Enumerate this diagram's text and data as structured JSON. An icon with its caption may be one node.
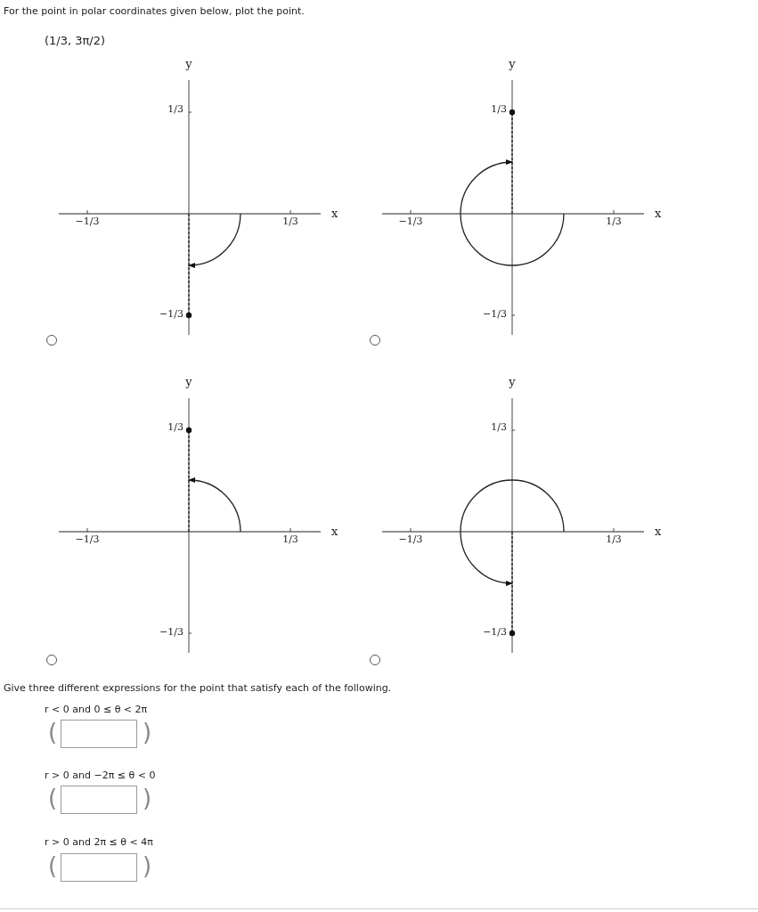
{
  "diagram": {
    "title": "For the point in polar coordinates given below, plot the point.",
    "nodes": [
      {
        "text": [],
        "shape": "box",
        "beside": [
          "r < 0 and 0 ≤ θ < 2π"
        ]
      },
      {
        "text": [],
        "shape": "box",
        "beside": [
          "r > 0 and −2π ≤ θ < 0"
        ]
      },
      {
        "text": [],
        "shape": "box",
        "beside": [
          "r > 0 and 2π ≤ θ < 4π"
        ]
      }
    ],
    "labels": [
      "(1/3, 3π/2)",
      "y",
      "1/3",
      "x",
      "−1/3",
      "1/3",
      "−1/3",
      "y",
      "1/3",
      "x",
      "−1/3",
      "1/3",
      "−1/3",
      "y",
      "1/3",
      "x",
      "−1/3",
      "1/3",
      "−1/3",
      "y",
      "1/3",
      "x",
      "−1/3",
      "1/3",
      "−1/3",
      "Give three different expressions for the point that satisfy each of the following.",
      "(",
      ")",
      "(",
      ")",
      "(",
      ")"
    ]
  }
}
